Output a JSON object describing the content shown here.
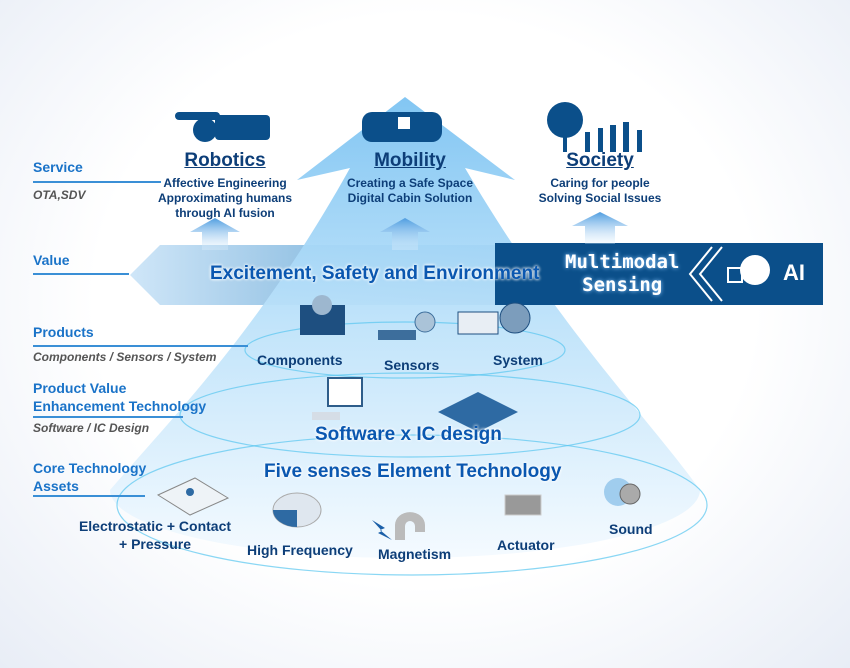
{
  "left_labels": [
    {
      "title": "Service",
      "sub": "OTA,SDV"
    },
    {
      "title": "Value"
    },
    {
      "title": "Products",
      "sub": "Components / Sensors / System"
    },
    {
      "title_lines": [
        "Product Value",
        "Enhancement Technology"
      ],
      "sub": "Software / IC Design"
    },
    {
      "title_lines": [
        "Core Technology",
        "Assets"
      ]
    }
  ],
  "services": [
    {
      "title": "Robotics",
      "desc": [
        "Affective Engineering",
        "Approximating humans",
        "through AI fusion"
      ]
    },
    {
      "title": "Mobility",
      "desc": [
        "Creating a Safe Space",
        "Digital Cabin Solution"
      ]
    },
    {
      "title": "Society",
      "desc": [
        "Caring for people",
        "Solving Social Issues"
      ]
    }
  ],
  "value_band": {
    "text": "Excitement, Safety and Environment",
    "multimodal": [
      "Multimodal",
      "Sensing"
    ],
    "ai": "AI"
  },
  "products": [
    "Components",
    "Sensors",
    "System"
  ],
  "enhancement": "Software x IC design",
  "core": {
    "title": "Five senses Element Technology",
    "items": [
      "Electrostatic + Contact",
      "+ Pressure",
      "High Frequency",
      "Magnetism",
      "Actuator",
      "Sound"
    ]
  },
  "colors": {
    "dark_blue": "#0b4f8a",
    "accent": "#1a73c8",
    "text": "#0d3e78"
  }
}
